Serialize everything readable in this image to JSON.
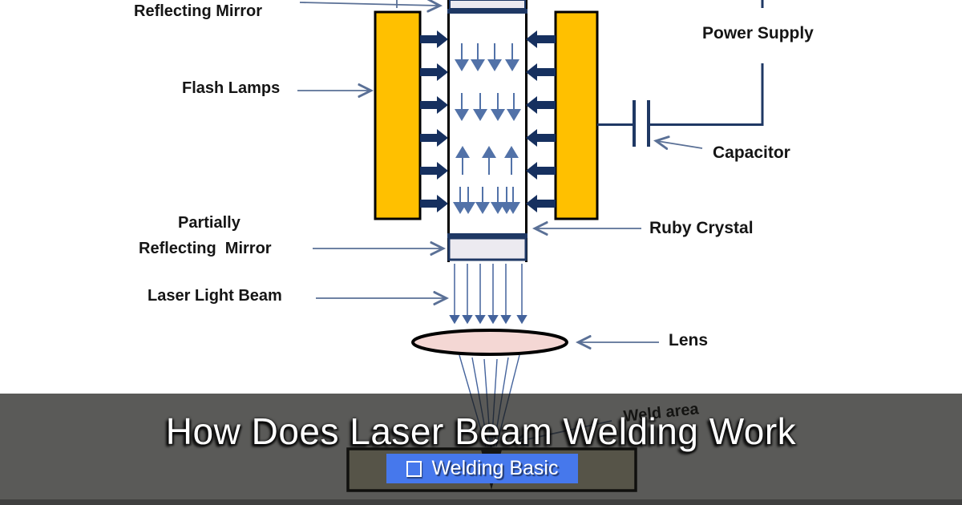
{
  "diagram": {
    "labels": {
      "reflecting_mirror": "Reflecting Mirror",
      "flash_lamps": "Flash Lamps",
      "partially_line1": "Partially",
      "partially_line2": "Reflecting  Mirror",
      "laser_light_beam": "Laser Light Beam",
      "power_supply": "Power Supply",
      "capacitor": "Capacitor",
      "ruby_crystal": "Ruby Crystal",
      "lens": "Lens",
      "weld_area": "Weld area"
    },
    "colors": {
      "flash_lamp_yellow": "#FFC000",
      "pump_arrow_navy": "#16305F",
      "wire_navy": "#1F3864",
      "photon_arrow_slate": "#5272A8",
      "beam_slate": "#44639C",
      "label_arrow_gray": "#5A7096",
      "mirror_gray": "#ECEAF0",
      "lens_pink": "#F4D7D4",
      "workpiece_tan": "#EFEBC8",
      "overlay_gray": "#4A4A4A",
      "badge_blue": "#4678EC"
    }
  },
  "overlay": {
    "title": "How Does Laser Beam Welding Work",
    "badge": {
      "icon": "square-outline-icon",
      "label": "Welding Basic"
    }
  }
}
